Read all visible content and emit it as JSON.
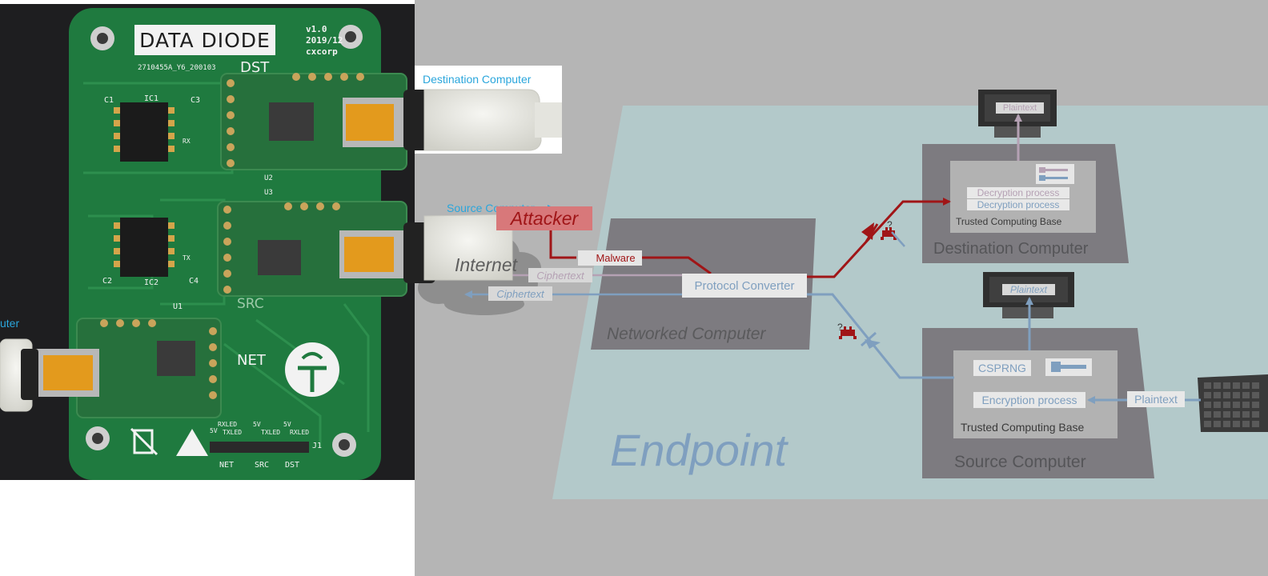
{
  "photo": {
    "board_title": "DATA DIODE",
    "version": "v1.0",
    "date": "2019/12",
    "maker": "cxcorp",
    "serial": "2710455A_Y6_200103",
    "dst_label": "DST",
    "src_label": "SRC",
    "net_label": "NET",
    "u1": "U1",
    "u2": "U2",
    "u3": "U3",
    "j1": "J1",
    "c1": "C1",
    "c2": "C2",
    "c3": "C3",
    "c4": "C4",
    "ic1": "IC1",
    "ic2": "IC2",
    "rx": "RX",
    "tx": "TX",
    "pin_5v_1": "5V",
    "pin_5v_2": "5V",
    "pin_5v_3": "5V",
    "rxled_1": "RXLED",
    "rxled_2": "RXLED",
    "txled_1": "TXLED",
    "txled_2": "TXLED",
    "header_net": "NET",
    "header_src": "SRC",
    "header_dst": "DST",
    "dest_callout": "Destination Computer",
    "src_callout": "Source Computer",
    "left_callout": "uter"
  },
  "diagram": {
    "attacker": "Attacker",
    "internet": "Internet",
    "malware": "Malware",
    "ciphertext_top": "Ciphertext",
    "ciphertext_bottom": "Ciphertext",
    "networked_computer": "Networked Computer",
    "protocol_converter": "Protocol Converter",
    "endpoint": "Endpoint",
    "destination_computer": "Destination Computer",
    "source_computer": "Source Computer",
    "decryption_process_1": "Decryption process",
    "decryption_process_2": "Decryption process",
    "tcb_dest": "Trusted Computing Base",
    "tcb_src": "Trusted Computing Base",
    "plaintext_dest_screen": "Plaintext",
    "plaintext_src_screen": "Plaintext",
    "plaintext_keyboard": "Plaintext",
    "csprng": "CSPRNG",
    "encryption_process": "Encryption process",
    "question_1": "?",
    "question_2": "?"
  },
  "colors": {
    "background_gray": "#b5b5b5",
    "endpoint_panel": "#b3c9ca",
    "attack_red": "#a01517",
    "data_blue": "#7f9fbf",
    "decrypt_pink": "#b5a1b4",
    "pcb_green": "#1f7a3f",
    "callout_cyan": "#2aa6dc"
  },
  "icons": [
    "attacker-invader-icon",
    "key-icon",
    "monitor-icon",
    "keyboard-icon",
    "data-diode-icon",
    "cloud-icon",
    "usb-cable-icon"
  ]
}
